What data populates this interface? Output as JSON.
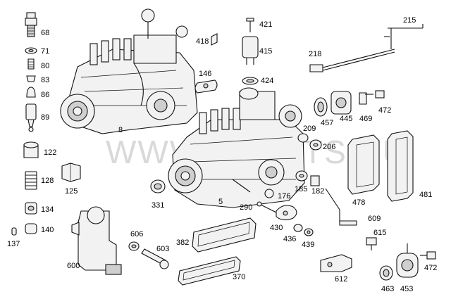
{
  "watermark": "WWW.DPARTS.RU",
  "labels": [
    {
      "id": "68",
      "text": "68"
    },
    {
      "id": "71",
      "text": "71"
    },
    {
      "id": "80",
      "text": "80"
    },
    {
      "id": "83",
      "text": "83"
    },
    {
      "id": "86",
      "text": "86"
    },
    {
      "id": "89",
      "text": "89"
    },
    {
      "id": "122",
      "text": "122"
    },
    {
      "id": "128",
      "text": "128"
    },
    {
      "id": "125",
      "text": "125"
    },
    {
      "id": "134",
      "text": "134"
    },
    {
      "id": "140",
      "text": "140"
    },
    {
      "id": "137",
      "text": "137"
    },
    {
      "id": "8",
      "text": "8"
    },
    {
      "id": "418",
      "text": "418"
    },
    {
      "id": "421",
      "text": "421"
    },
    {
      "id": "415",
      "text": "415"
    },
    {
      "id": "424",
      "text": "424"
    },
    {
      "id": "146",
      "text": "146"
    },
    {
      "id": "215",
      "text": "215"
    },
    {
      "id": "218",
      "text": "218"
    },
    {
      "id": "457",
      "text": "457"
    },
    {
      "id": "445",
      "text": "445"
    },
    {
      "id": "469",
      "text": "469"
    },
    {
      "id": "472a",
      "text": "472"
    },
    {
      "id": "209",
      "text": "209"
    },
    {
      "id": "206",
      "text": "206"
    },
    {
      "id": "331",
      "text": "331"
    },
    {
      "id": "5",
      "text": "5"
    },
    {
      "id": "176",
      "text": "176"
    },
    {
      "id": "185",
      "text": "185"
    },
    {
      "id": "182",
      "text": "182"
    },
    {
      "id": "478",
      "text": "478"
    },
    {
      "id": "481",
      "text": "481"
    },
    {
      "id": "290",
      "text": "290"
    },
    {
      "id": "609",
      "text": "609"
    },
    {
      "id": "430",
      "text": "430"
    },
    {
      "id": "615",
      "text": "615"
    },
    {
      "id": "606",
      "text": "606"
    },
    {
      "id": "382",
      "text": "382"
    },
    {
      "id": "436",
      "text": "436"
    },
    {
      "id": "439",
      "text": "439"
    },
    {
      "id": "603",
      "text": "603"
    },
    {
      "id": "600",
      "text": "600"
    },
    {
      "id": "370",
      "text": "370"
    },
    {
      "id": "612",
      "text": "612"
    },
    {
      "id": "472b",
      "text": "472"
    },
    {
      "id": "463",
      "text": "463"
    },
    {
      "id": "453",
      "text": "453"
    }
  ]
}
